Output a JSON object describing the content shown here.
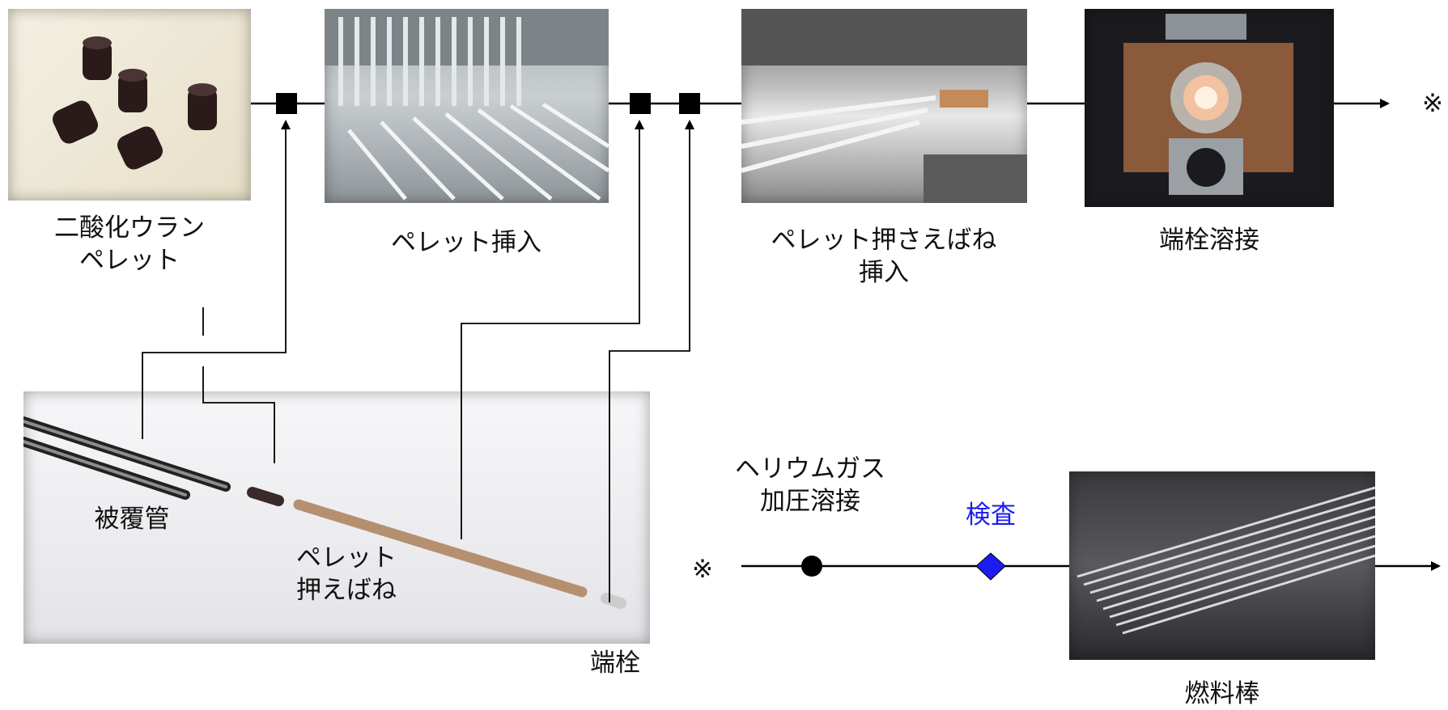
{
  "steps": {
    "pellet_label": "二酸化ウラン\nペレット",
    "insert_label": "ペレット挿入",
    "spring_insert_label": "ペレット押さえばね\n挿入",
    "weld_label": "端栓溶接"
  },
  "parts": {
    "cladding": "被覆管",
    "spring": "ペレット\n押えばね",
    "end_plug": "端栓"
  },
  "lower": {
    "ref_mark": "※",
    "helium_label": "ヘリウムガス\n加圧溶接",
    "inspection_label": "検査",
    "fuel_rod_label": "燃料棒"
  },
  "continuation_mark": "※",
  "colors": {
    "inspection": "#1c1cf0",
    "line": "#000000"
  }
}
